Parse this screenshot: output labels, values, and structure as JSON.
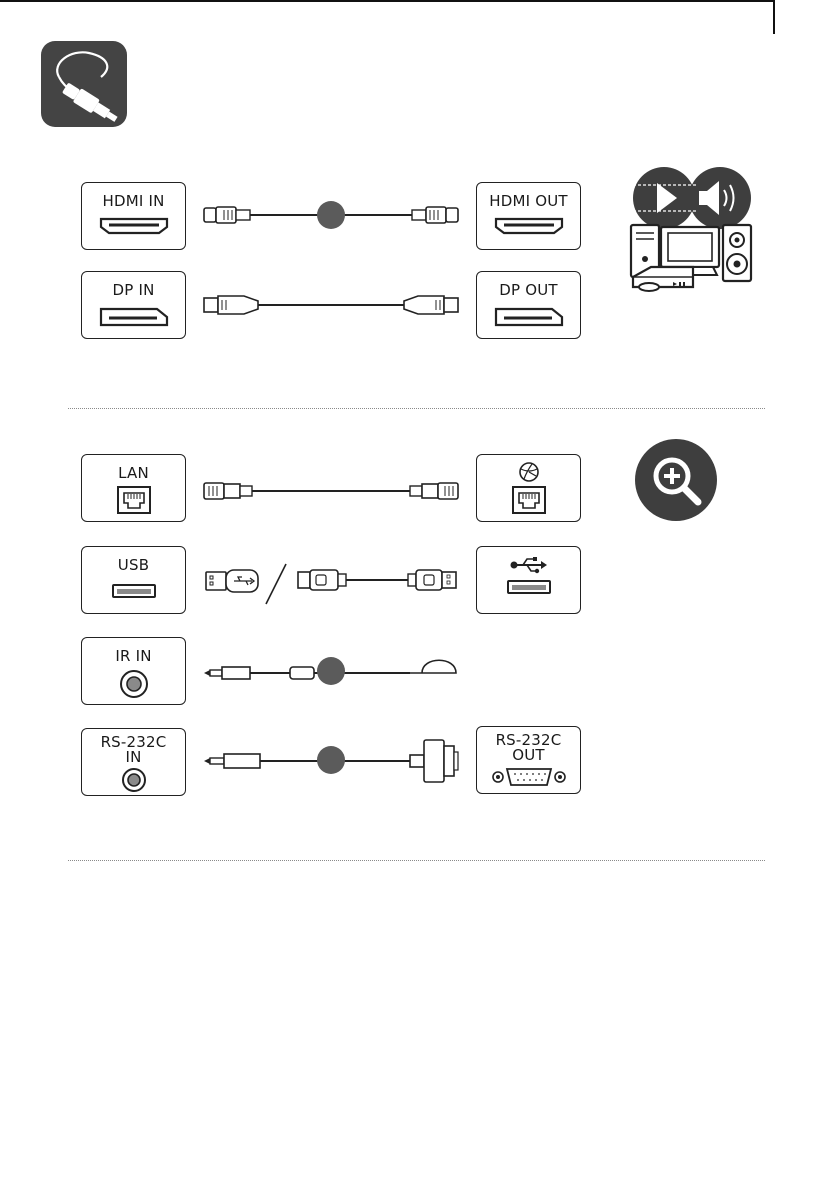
{
  "ports": {
    "hdmi_in": "HDMI IN",
    "hdmi_out": "HDMI OUT",
    "dp_in": "DP IN",
    "dp_out": "DP OUT",
    "lan": "LAN",
    "usb": "USB",
    "ir_in": "IR IN",
    "rs232c_in": "RS-232C\nIN",
    "rs232c_out": "RS-232C\nOUT"
  },
  "icons": {
    "section_header": "cable-icon",
    "media_devices": "media-devices-icon",
    "zoom": "zoom-in-icon"
  },
  "colors": {
    "ink": "#1a1a1a",
    "badge_dark": "#444444",
    "badge_gray": "#5b5b5b",
    "divider": "#8a8a8a"
  }
}
